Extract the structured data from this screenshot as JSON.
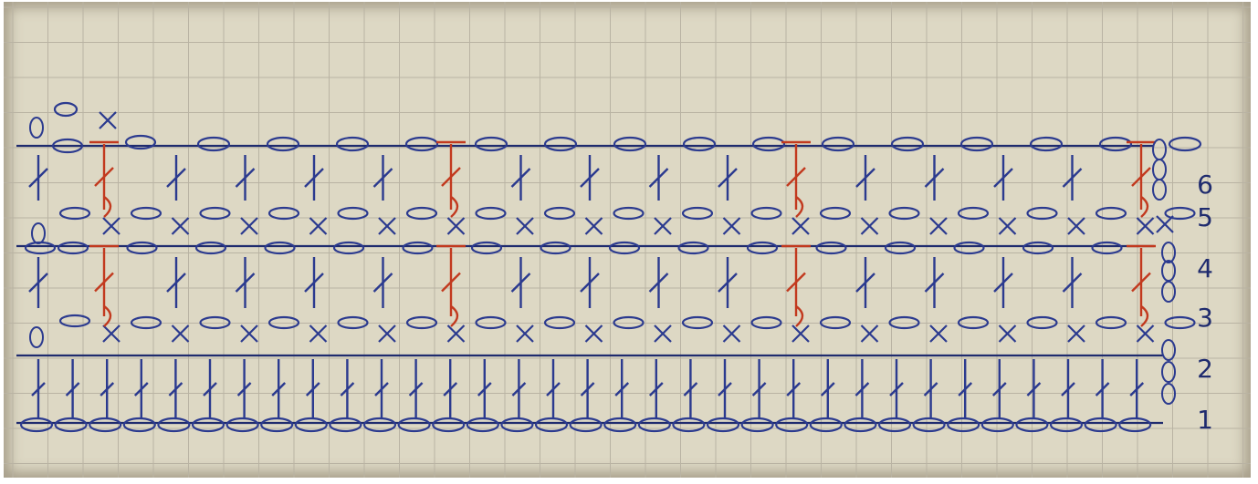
{
  "paper": {
    "color": "#ddd8c4",
    "grid_color": "#b9b3a3"
  },
  "ink": {
    "blue": "#2b3a8f",
    "dark_blue": "#1f2b6e",
    "red": "#c2391e"
  },
  "row_numbers": [
    "6",
    "5",
    "4",
    "3",
    "2",
    "1"
  ],
  "symbols": {
    "chain": "oval",
    "single_crochet": "X",
    "double_crochet": "T with slash",
    "turning_chain_mark": "0"
  }
}
